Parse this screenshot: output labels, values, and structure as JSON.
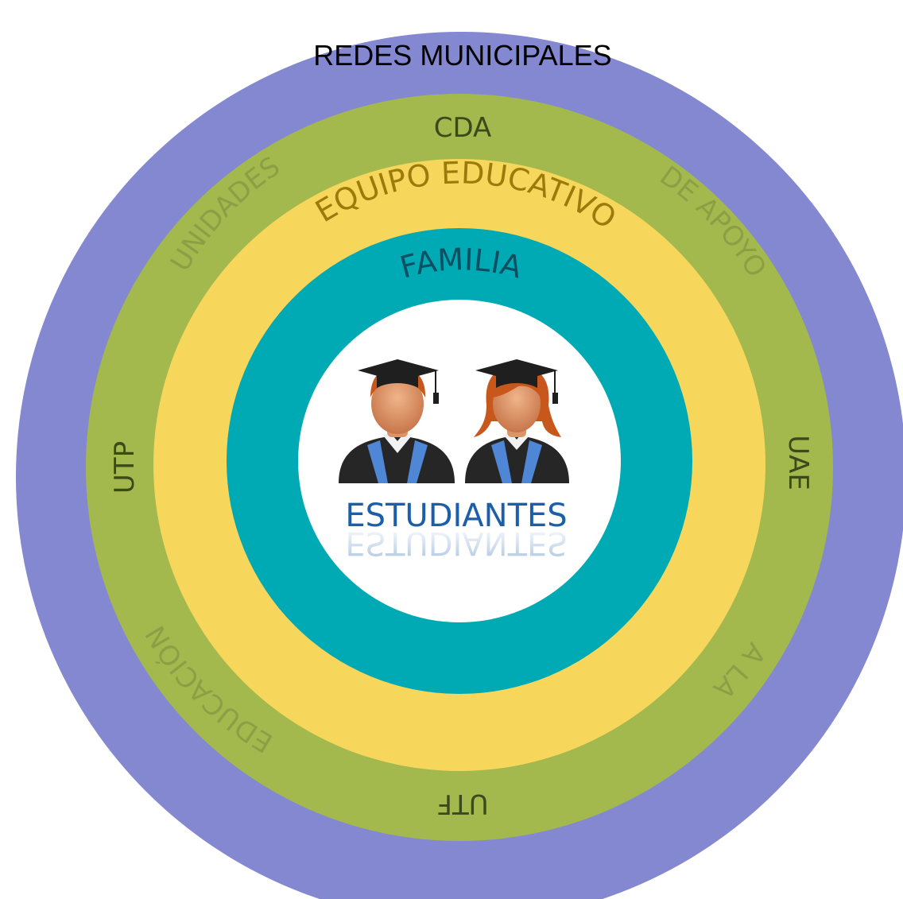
{
  "diagram": {
    "rings": [
      {
        "id": "redes",
        "label": "REDES MUNICIPALES",
        "color": "#8388d0"
      },
      {
        "id": "unidades",
        "color": "#a3b94e"
      },
      {
        "id": "equipo",
        "label": "EQUIPO EDUCATIVO",
        "color": "#f7d65c"
      },
      {
        "id": "familia",
        "label": "FAMILIA",
        "color": "#00aab4"
      },
      {
        "id": "estudiantes",
        "label": "ESTUDIANTES",
        "color": "#ffffff"
      }
    ],
    "unidades_labels": {
      "cda": "CDA",
      "unidades": "UNIDADES",
      "de_apoyo": "DE APOYO",
      "utp": "UTP",
      "uae": "UAE",
      "a_la": "A LA",
      "educacion": "EDUCACIÓN",
      "utf": "UTF"
    },
    "colors": {
      "redes_text": "#000000",
      "unidades_dark_text": "#3b4a1a",
      "unidades_light_text": "#8c9f44",
      "equipo_text": "#9b7b0a",
      "familia_text": "#0b4f62",
      "estudiantes_text": "#1b5ea9",
      "gown": "#262626",
      "stole": "#4f86d6",
      "skin": "#d99468",
      "hair": "#c8571c",
      "cap": "#1f1f1f"
    },
    "icons": [
      "male-graduate-icon",
      "female-graduate-icon"
    ]
  }
}
